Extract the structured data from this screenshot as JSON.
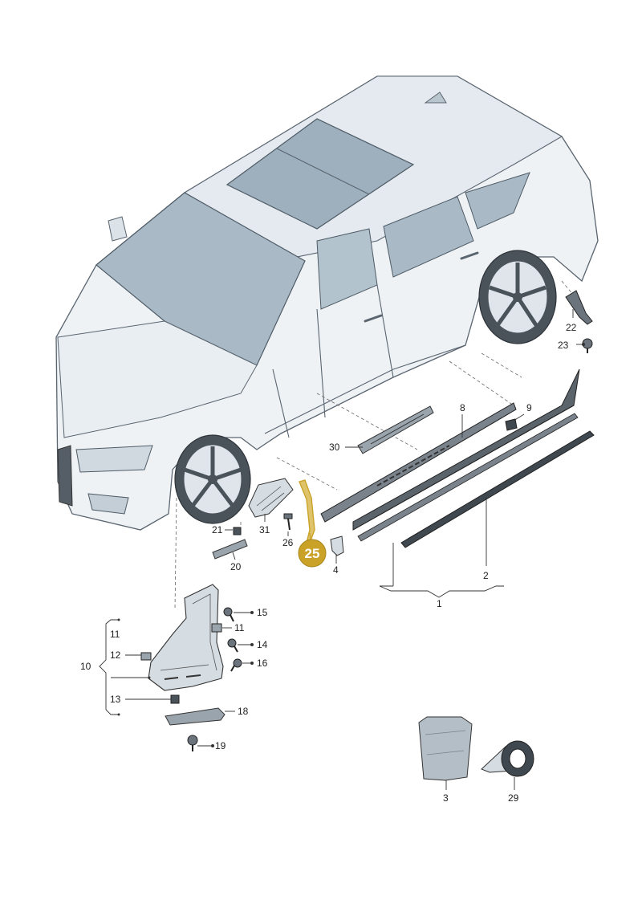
{
  "diagram": {
    "highlight_color": "#c9a227",
    "highlighted_part": "25",
    "labels": {
      "p1": "1",
      "p2": "2",
      "p3": "3",
      "p4": "4",
      "p8": "8",
      "p9": "9",
      "p10": "10",
      "p11a": "11",
      "p11b": "11",
      "p12": "12",
      "p13": "13",
      "p14": "14",
      "p15": "15",
      "p16": "16",
      "p18": "18",
      "p19": "19",
      "p20": "20",
      "p21": "21",
      "p22": "22",
      "p23": "23",
      "p25": "25",
      "p26": "26",
      "p29": "29",
      "p30": "30",
      "p31": "31"
    }
  }
}
